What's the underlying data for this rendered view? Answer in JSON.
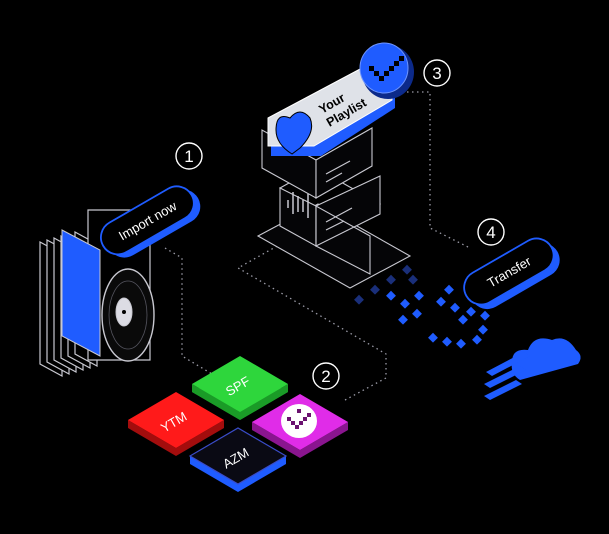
{
  "steps": [
    {
      "number": "1",
      "label": "Import now"
    },
    {
      "number": "2",
      "tiles": [
        "SPF",
        "YTM",
        "AZM"
      ]
    },
    {
      "number": "3",
      "label": "Your Playlist"
    },
    {
      "number": "4",
      "label": "Transfer"
    }
  ],
  "colors": {
    "background": "#000000",
    "accent_blue": "#1f5cff",
    "spf_green": "#2ed63c",
    "ytm_red": "#ff1a1a",
    "azm_dark": "#0a0a14",
    "check_magenta": "#e02ce8",
    "outline": "#c8c8d0",
    "card_light": "#dfe2e8"
  },
  "icons": [
    "vinyl-record-icon",
    "heart-icon",
    "soundwave-icon",
    "checkmark-icon",
    "cloud-icon",
    "dotted-arrow-icon"
  ]
}
